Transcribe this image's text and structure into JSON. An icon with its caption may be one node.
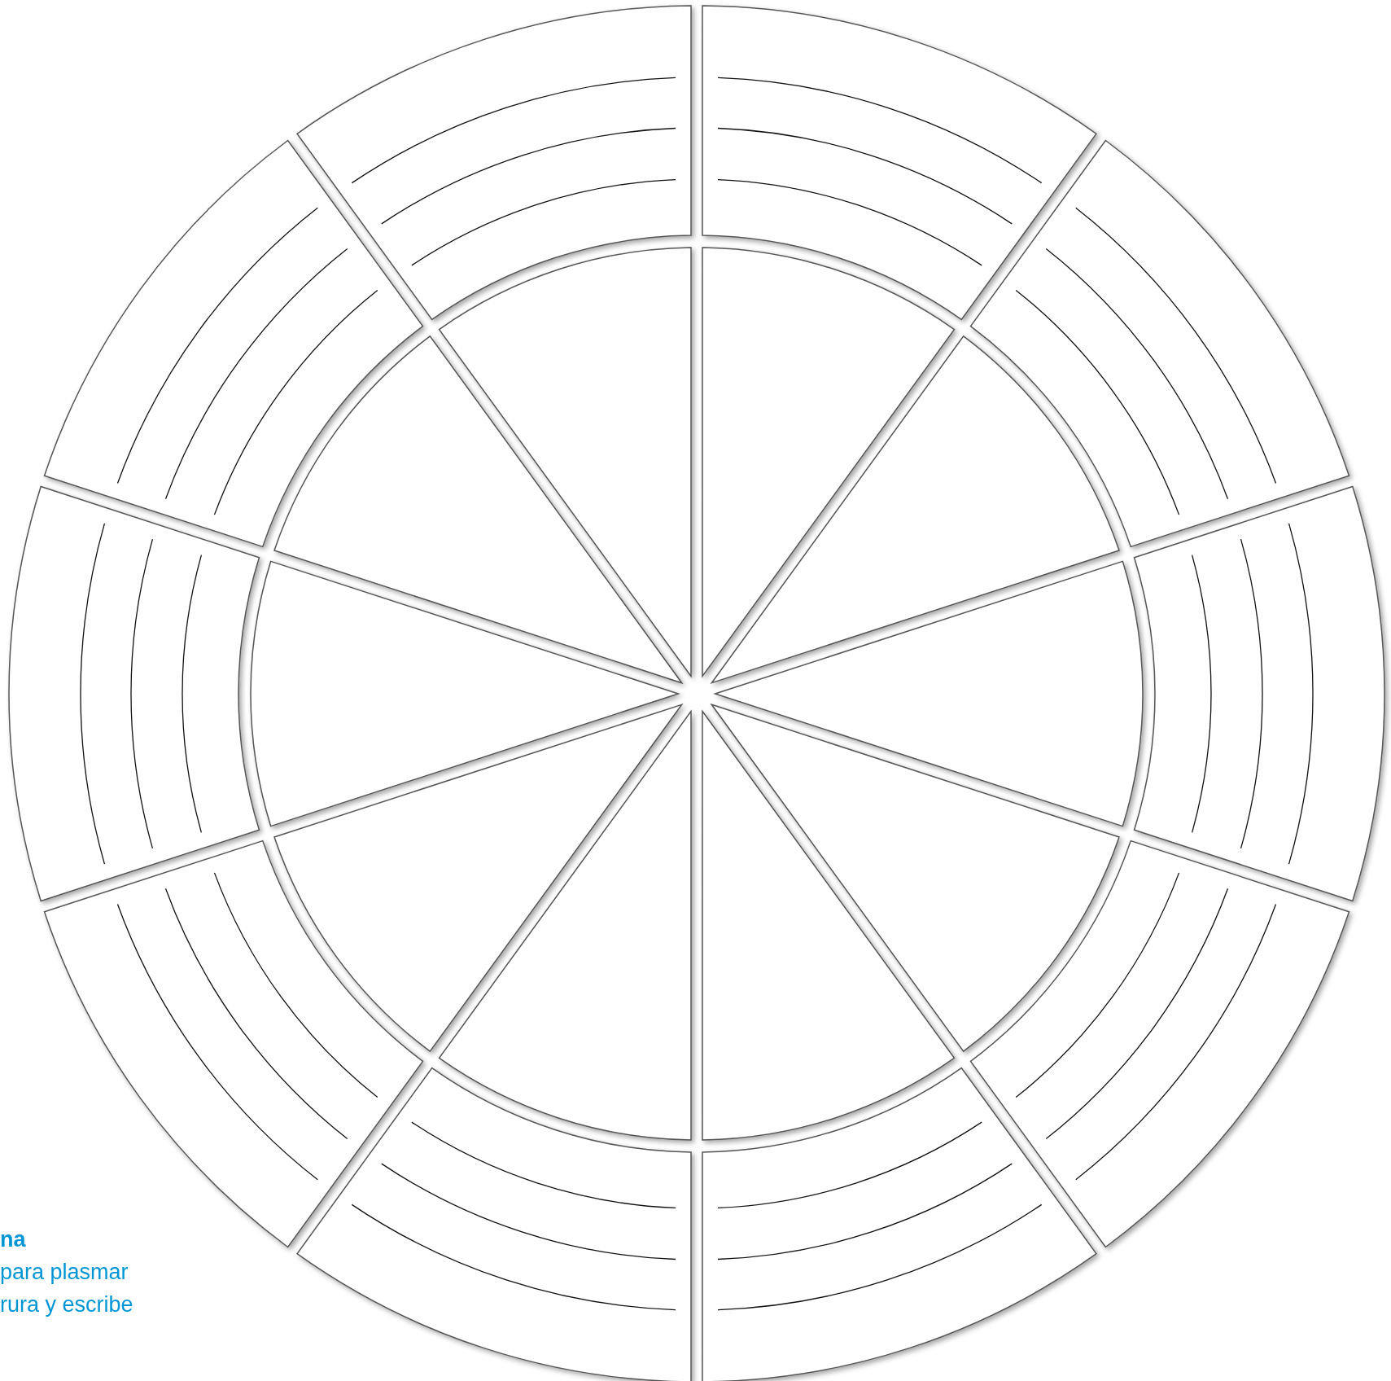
{
  "diagram": {
    "labels": [
      "na",
      "para plasmar",
      "rura y escribe"
    ]
  }
}
